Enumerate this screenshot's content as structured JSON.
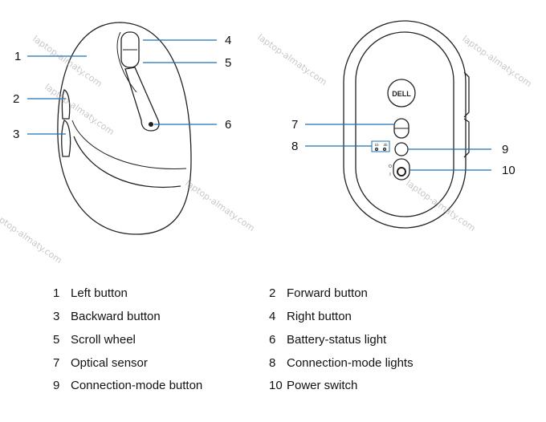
{
  "callouts": {
    "c1": "1",
    "c2": "2",
    "c3": "3",
    "c4": "4",
    "c5": "5",
    "c6": "6",
    "c7": "7",
    "c8": "8",
    "c9": "9",
    "c10": "10"
  },
  "logo_text": "DELL",
  "mode_light_labels": [
    "1b",
    "2b"
  ],
  "power_symbols": [
    "O",
    "I"
  ],
  "watermark": "laptop-almaty.com",
  "legend": [
    {
      "num": "1",
      "label": "Left button"
    },
    {
      "num": "2",
      "label": "Forward button"
    },
    {
      "num": "3",
      "label": "Backward button"
    },
    {
      "num": "4",
      "label": "Right button"
    },
    {
      "num": "5",
      "label": "Scroll wheel"
    },
    {
      "num": "6",
      "label": "Battery-status light"
    },
    {
      "num": "7",
      "label": "Optical sensor"
    },
    {
      "num": "8",
      "label": "Connection-mode lights"
    },
    {
      "num": "9",
      "label": "Connection-mode button"
    },
    {
      "num": "10",
      "label": "Power switch"
    }
  ]
}
